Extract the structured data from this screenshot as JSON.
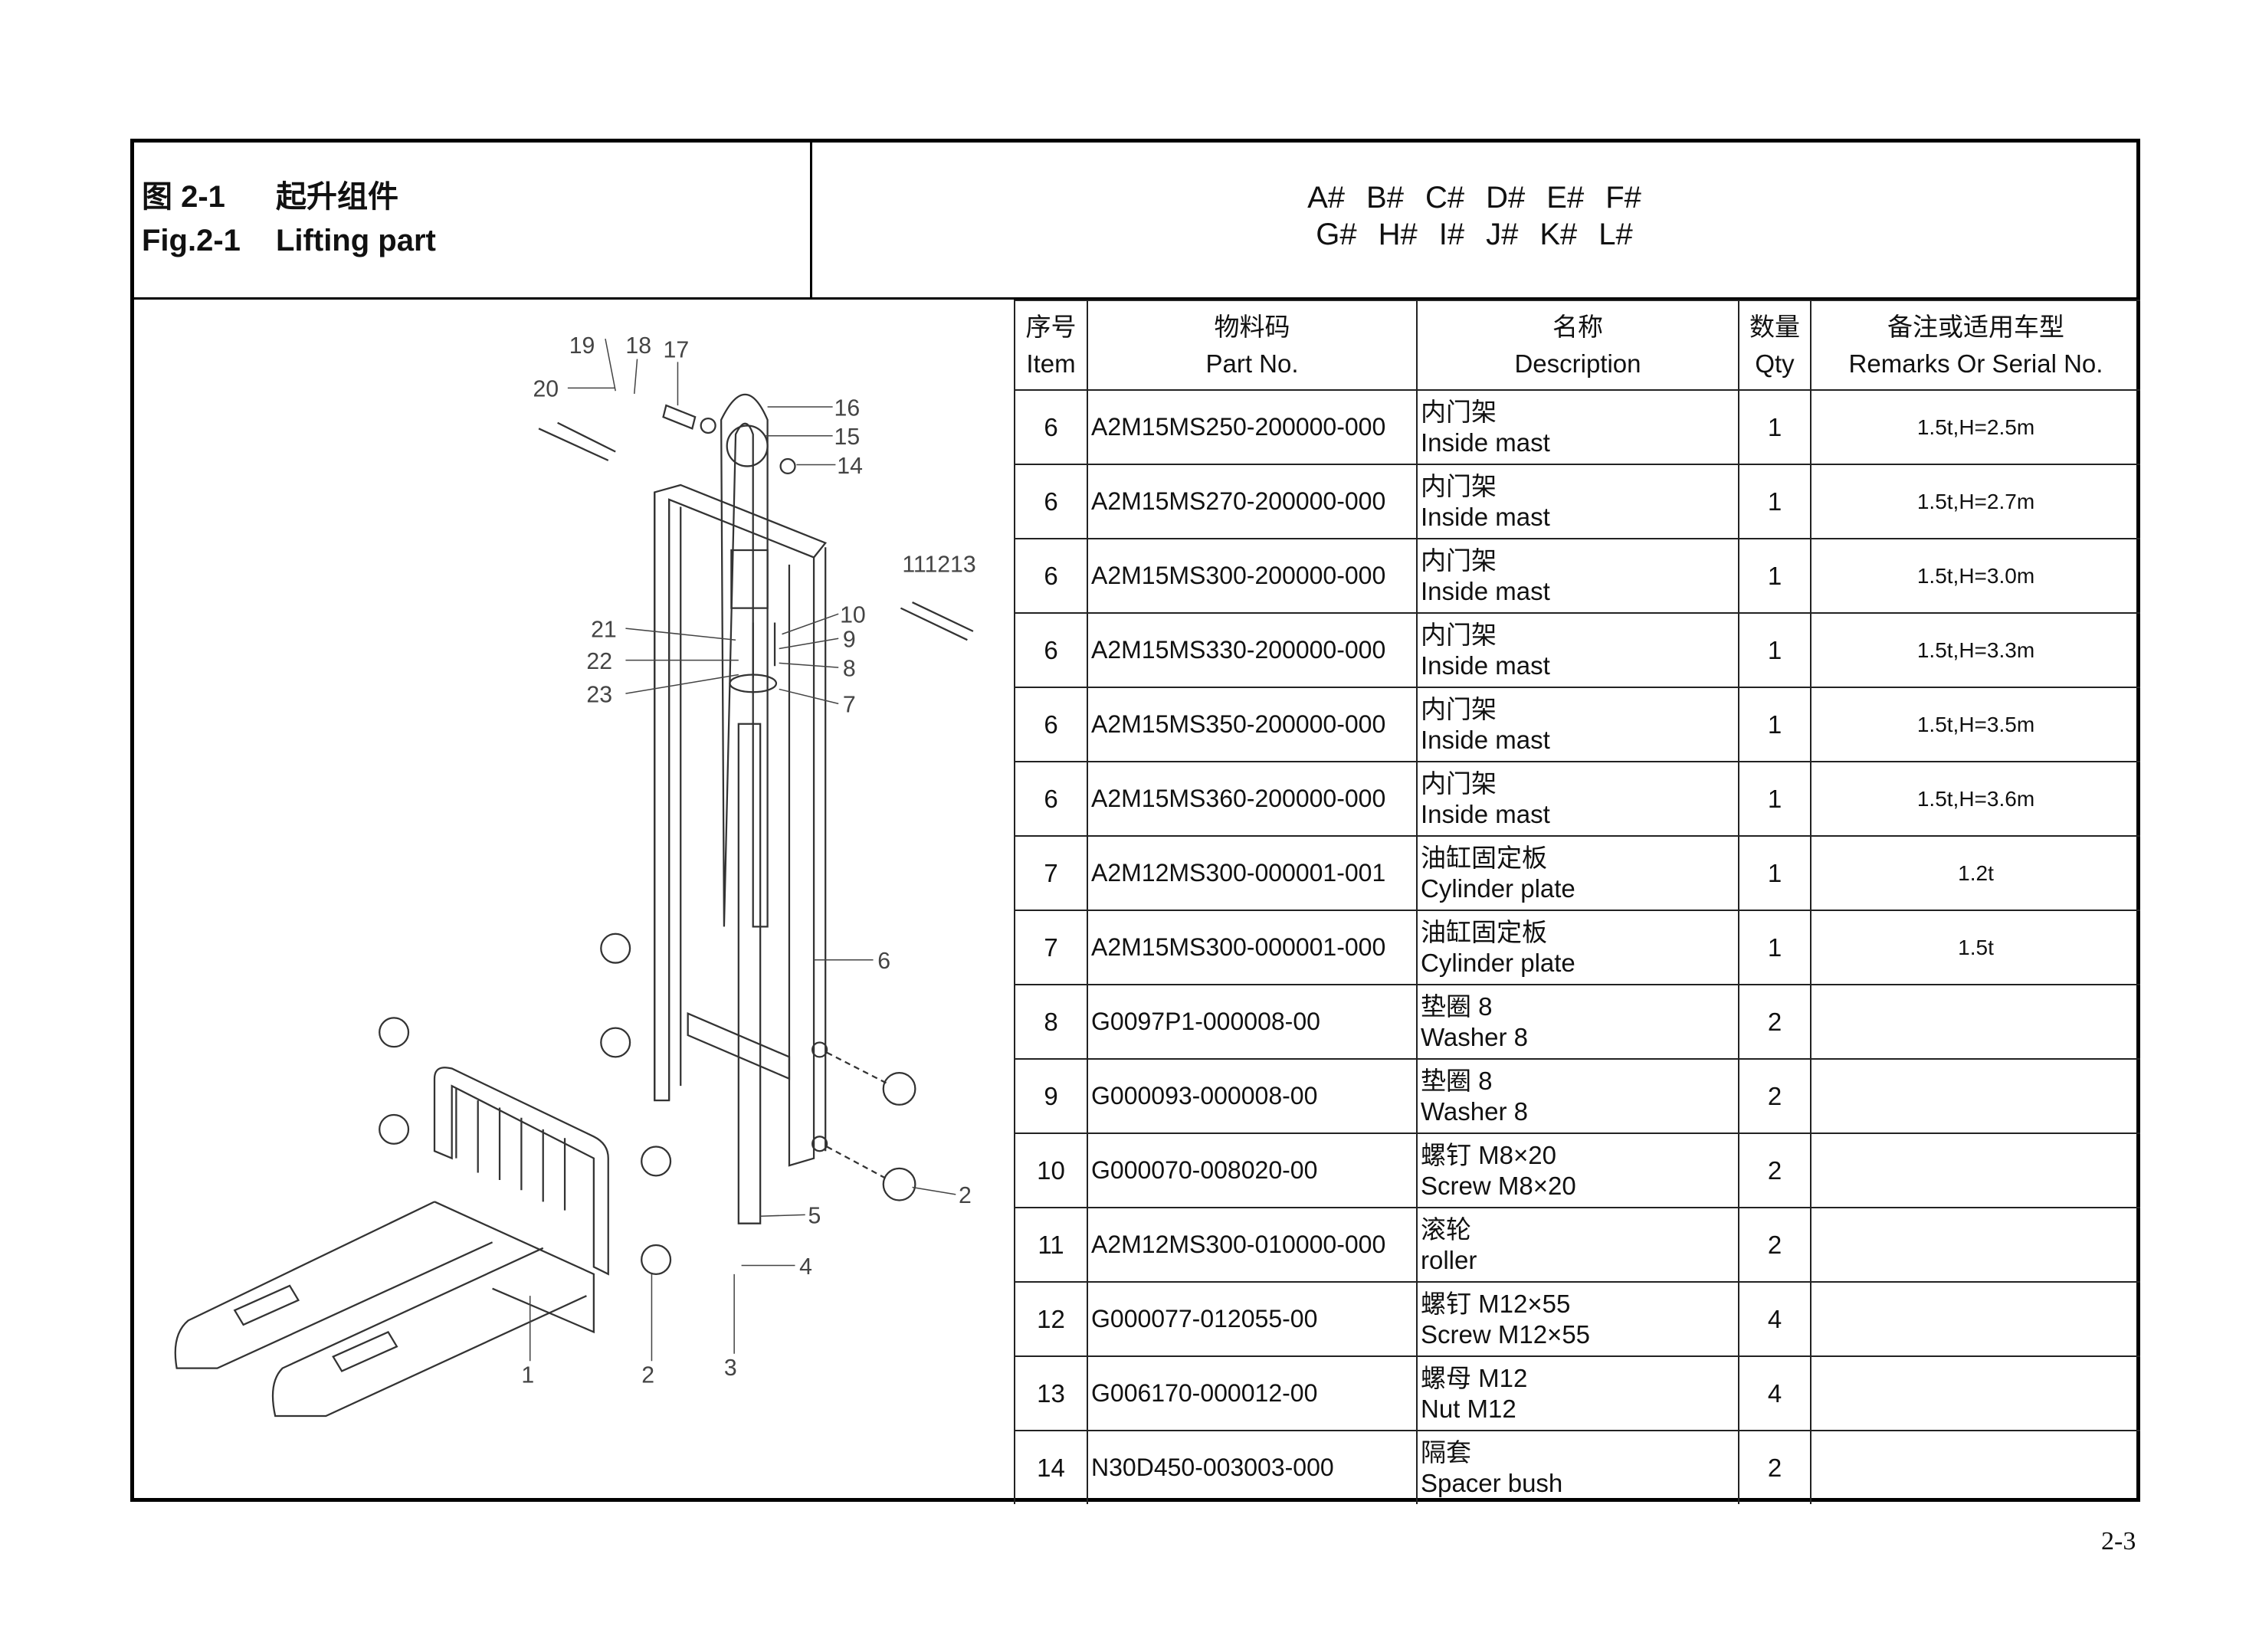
{
  "title": {
    "cn_fig": "图 2-1",
    "cn_name": "起升组件",
    "en_fig": "Fig.2-1",
    "en_name": "Lifting part"
  },
  "models": {
    "row1": [
      "A#",
      "B#",
      "C#",
      "D#",
      "E#",
      "F#"
    ],
    "row2": [
      "G#",
      "H#",
      "I#",
      "J#",
      "K#",
      "L#"
    ]
  },
  "table": {
    "headers": [
      {
        "cn": "序号",
        "en": "Item"
      },
      {
        "cn": "物料码",
        "en": "Part No."
      },
      {
        "cn": "名称",
        "en": "Description"
      },
      {
        "cn": "数量",
        "en": "Qty"
      },
      {
        "cn": "备注或适用车型",
        "en": "Remarks Or Serial No."
      }
    ],
    "rows": [
      {
        "item": "6",
        "part_no": "A2M15MS250-200000-000",
        "desc_cn": "内门架",
        "desc_en": "Inside mast",
        "qty": "1",
        "remarks": "1.5t,H=2.5m"
      },
      {
        "item": "6",
        "part_no": "A2M15MS270-200000-000",
        "desc_cn": "内门架",
        "desc_en": "Inside mast",
        "qty": "1",
        "remarks": "1.5t,H=2.7m"
      },
      {
        "item": "6",
        "part_no": "A2M15MS300-200000-000",
        "desc_cn": "内门架",
        "desc_en": "Inside mast",
        "qty": "1",
        "remarks": "1.5t,H=3.0m"
      },
      {
        "item": "6",
        "part_no": "A2M15MS330-200000-000",
        "desc_cn": "内门架",
        "desc_en": "Inside mast",
        "qty": "1",
        "remarks": "1.5t,H=3.3m"
      },
      {
        "item": "6",
        "part_no": "A2M15MS350-200000-000",
        "desc_cn": "内门架",
        "desc_en": "Inside mast",
        "qty": "1",
        "remarks": "1.5t,H=3.5m"
      },
      {
        "item": "6",
        "part_no": "A2M15MS360-200000-000",
        "desc_cn": "内门架",
        "desc_en": "Inside mast",
        "qty": "1",
        "remarks": "1.5t,H=3.6m"
      },
      {
        "item": "7",
        "part_no": "A2M12MS300-000001-001",
        "desc_cn": "油缸固定板",
        "desc_en": "Cylinder plate",
        "qty": "1",
        "remarks": "1.2t"
      },
      {
        "item": "7",
        "part_no": "A2M15MS300-000001-000",
        "desc_cn": "油缸固定板",
        "desc_en": "Cylinder plate",
        "qty": "1",
        "remarks": "1.5t"
      },
      {
        "item": "8",
        "part_no": "G0097P1-000008-00",
        "desc_cn": "垫圈 8",
        "desc_en": "Washer 8",
        "qty": "2",
        "remarks": ""
      },
      {
        "item": "9",
        "part_no": "G000093-000008-00",
        "desc_cn": "垫圈 8",
        "desc_en": "Washer 8",
        "qty": "2",
        "remarks": ""
      },
      {
        "item": "10",
        "part_no": "G000070-008020-00",
        "desc_cn": "螺钉 M8×20",
        "desc_en": "Screw M8×20",
        "qty": "2",
        "remarks": ""
      },
      {
        "item": "11",
        "part_no": "A2M12MS300-010000-000",
        "desc_cn": "滚轮",
        "desc_en": "roller",
        "qty": "2",
        "remarks": ""
      },
      {
        "item": "12",
        "part_no": "G000077-012055-00",
        "desc_cn": "螺钉 M12×55",
        "desc_en": "Screw M12×55",
        "qty": "4",
        "remarks": ""
      },
      {
        "item": "13",
        "part_no": "G006170-000012-00",
        "desc_cn": "螺母 M12",
        "desc_en": "Nut M12",
        "qty": "4",
        "remarks": ""
      },
      {
        "item": "14",
        "part_no": "N30D450-003003-000",
        "desc_cn": "隔套",
        "desc_en": "Spacer bush",
        "qty": "2",
        "remarks": ""
      }
    ]
  },
  "diagram": {
    "callouts": [
      "19",
      "18",
      "17",
      "20",
      "16",
      "15",
      "14",
      "111213",
      "10",
      "9",
      "8",
      "7",
      "21",
      "22",
      "23",
      "6",
      "5",
      "2",
      "4",
      "1",
      "2",
      "3"
    ]
  },
  "page_number": "2-3"
}
